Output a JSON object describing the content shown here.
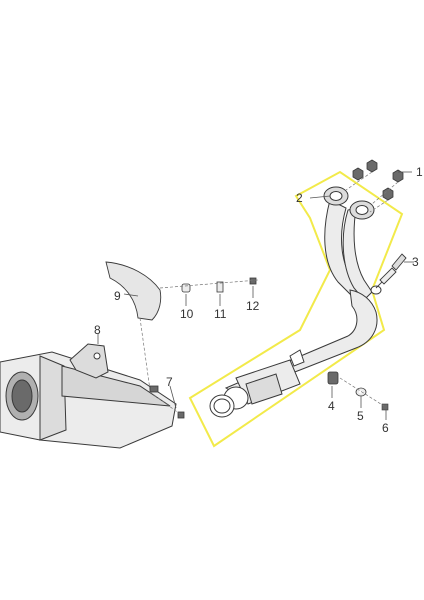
{
  "diagram": {
    "callouts": [
      {
        "id": "1",
        "label": "1"
      },
      {
        "id": "2",
        "label": "2"
      },
      {
        "id": "3",
        "label": "3"
      },
      {
        "id": "4",
        "label": "4"
      },
      {
        "id": "5",
        "label": "5"
      },
      {
        "id": "6",
        "label": "6"
      },
      {
        "id": "7",
        "label": "7"
      },
      {
        "id": "8",
        "label": "8"
      },
      {
        "id": "9",
        "label": "9"
      },
      {
        "id": "10",
        "label": "10"
      },
      {
        "id": "11",
        "label": "11"
      },
      {
        "id": "12",
        "label": "12"
      }
    ],
    "colors": {
      "highlight": "#f2ea4a",
      "line": "#3a3a3a",
      "part_fill": "#ececec",
      "part_dark": "#6a6a6a",
      "label": "#333333"
    }
  }
}
